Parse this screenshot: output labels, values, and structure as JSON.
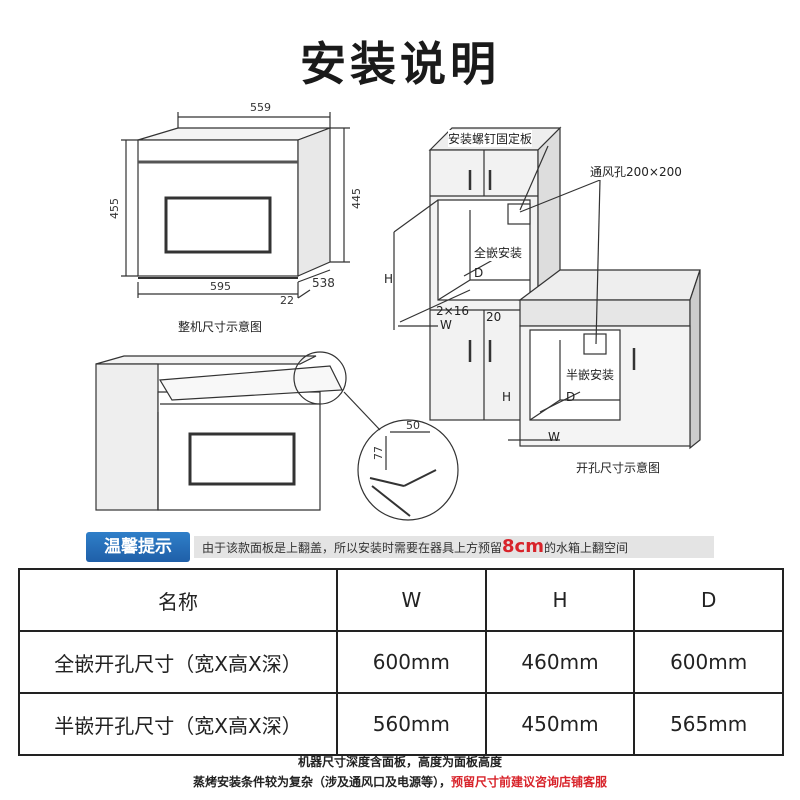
{
  "title": "安装说明",
  "oven_dims": {
    "top_width": "559",
    "outer_height": "455",
    "inner_height": "445",
    "bottom_width": "595",
    "depth": "538",
    "panel": "22"
  },
  "oven_caption": "整机尺寸示意图",
  "cabinet_labels": {
    "screw_plate": "安装螺钉固定板",
    "vent": "通风孔200×200",
    "full_embed": "全嵌安装",
    "half_embed": "半嵌安装",
    "h": "H",
    "d": "D",
    "w": "W",
    "gap": "2×16",
    "gap2": "20"
  },
  "detail_dims": {
    "top": "50",
    "side": "77"
  },
  "cabinet_caption": "开孔尺寸示意图",
  "tip": {
    "badge": "温馨提示",
    "text_before": "由于该款面板是上翻盖，所以安装时需要在器具上方预留",
    "highlight": "8cm",
    "text_after": "的水箱上翻空间"
  },
  "table": {
    "headers": [
      "名称",
      "W",
      "H",
      "D"
    ],
    "rows": [
      [
        "全嵌开孔尺寸（宽X高X深）",
        "600mm",
        "460mm",
        "600mm"
      ],
      [
        "半嵌开孔尺寸（宽X高X深）",
        "560mm",
        "450mm",
        "565mm"
      ]
    ]
  },
  "notes": {
    "line1": "机器尺寸深度含面板，高度为面板高度",
    "line2_black": "蒸烤安装条件较为复杂（涉及通风口及电源等），",
    "line2_red": "预留尺寸前建议咨询店铺客服"
  }
}
